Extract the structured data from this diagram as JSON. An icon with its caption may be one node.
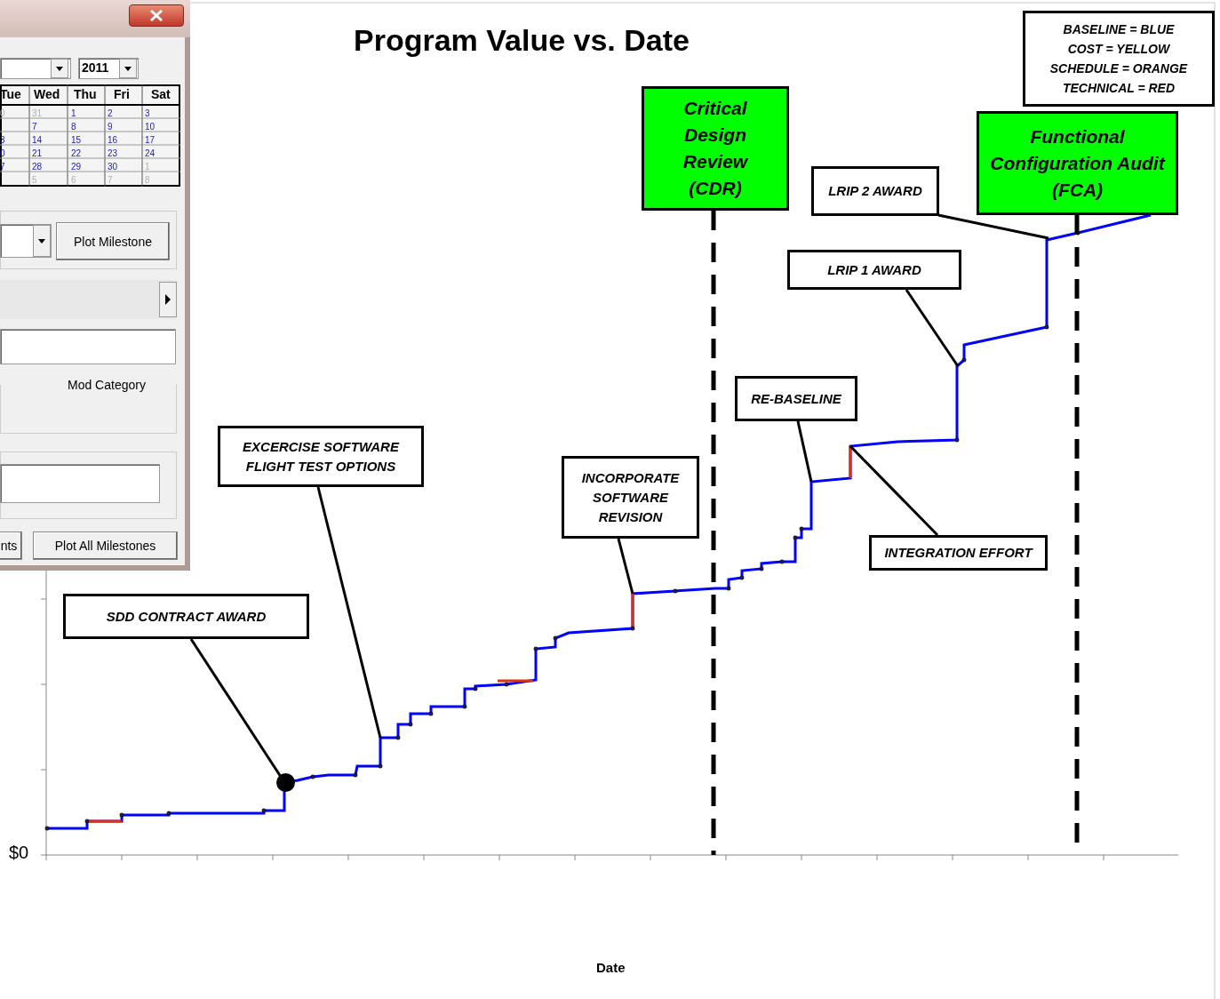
{
  "diagram": {
    "title": "Program Value vs. Date",
    "nodes": [
      {
        "text": [
          "Critical Design Review (CDR)"
        ]
      },
      {
        "text": [
          "LRIP 2 AWARD"
        ]
      },
      {
        "text": [
          "Functional Configuration Audit (FCA)"
        ]
      },
      {
        "text": [
          "LRIP 1 AWARD"
        ]
      },
      {
        "text": [
          "RE-BASELINE"
        ]
      },
      {
        "text": [
          "EXCERCISE SOFTWARE FLIGHT TEST OPTIONS"
        ]
      },
      {
        "text": [
          "INCORPORATE SOFTWARE REVISION"
        ]
      },
      {
        "text": [
          "INTEGRATION EFFORT"
        ]
      },
      {
        "text": [
          "SDD CONTRACT AWARD"
        ]
      },
      {
        "text": [],
        "shape": "circle"
      }
    ],
    "edges": [
      {
        "from": 8,
        "to": 9,
        "arrow": "none"
      },
      {
        "from": 5,
        "to": null,
        "arrow": "none"
      },
      {
        "from": 6,
        "to": null,
        "arrow": "none"
      },
      {
        "from": 4,
        "to": null,
        "arrow": "none"
      },
      {
        "from": 7,
        "to": null,
        "arrow": "none"
      },
      {
        "from": 3,
        "to": null,
        "arrow": "none"
      },
      {
        "from": 1,
        "to": null,
        "arrow": "none"
      },
      {
        "from": 0,
        "to": null,
        "arrow": "none",
        "style": "dashed"
      },
      {
        "from": 2,
        "to": null,
        "arrow": "none",
        "style": "dashed"
      }
    ],
    "labels": [
      "2011",
      "Tue",
      "Wed",
      "Thu",
      "Fri",
      "Sat",
      "0",
      "31",
      "1",
      "2",
      "3",
      "7",
      "8",
      "9",
      "10",
      "3",
      "14",
      "15",
      "16",
      "17",
      "0",
      "21",
      "22",
      "23",
      "24",
      "7",
      "28",
      "29",
      "30",
      "1",
      "5",
      "6",
      "7",
      "8",
      "Plot Milestone",
      "Mod Category",
      "nts",
      "Plot All Milestones",
      "$0",
      "Date"
    ],
    "legend": [
      {
        "text": "BASELINE = BLUE"
      },
      {
        "text": "COST = YELLOW"
      },
      {
        "text": "SCHEDULE = ORANGE"
      },
      {
        "text": "TECHNICAL = RED"
      }
    ]
  }
}
